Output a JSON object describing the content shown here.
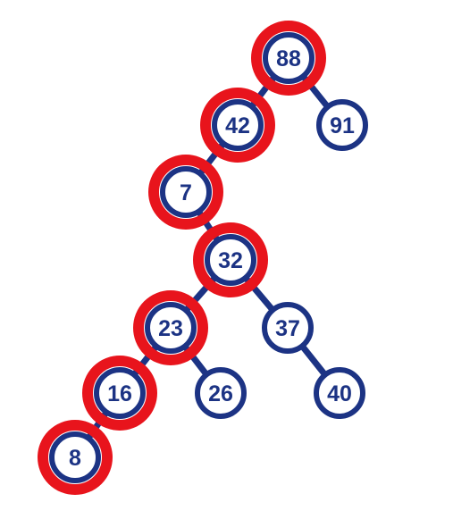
{
  "colors": {
    "node_stroke": "#1c3384",
    "highlight_ring": "#e8141c",
    "node_fill": "#ffffff",
    "edge": "#1c3384",
    "label": "#1c3384"
  },
  "tree": {
    "nodes": [
      {
        "id": "n88",
        "label": "88",
        "highlighted": true
      },
      {
        "id": "n42",
        "label": "42",
        "highlighted": true
      },
      {
        "id": "n91",
        "label": "91",
        "highlighted": false
      },
      {
        "id": "n7",
        "label": "7",
        "highlighted": true
      },
      {
        "id": "n32",
        "label": "32",
        "highlighted": true
      },
      {
        "id": "n23",
        "label": "23",
        "highlighted": true
      },
      {
        "id": "n37",
        "label": "37",
        "highlighted": false
      },
      {
        "id": "n16",
        "label": "16",
        "highlighted": true
      },
      {
        "id": "n26",
        "label": "26",
        "highlighted": false
      },
      {
        "id": "n40",
        "label": "40",
        "highlighted": false
      },
      {
        "id": "n8",
        "label": "8",
        "highlighted": true
      }
    ],
    "edges": [
      {
        "from": "n88",
        "to": "n42"
      },
      {
        "from": "n88",
        "to": "n91"
      },
      {
        "from": "n42",
        "to": "n7"
      },
      {
        "from": "n7",
        "to": "n32"
      },
      {
        "from": "n32",
        "to": "n23"
      },
      {
        "from": "n32",
        "to": "n37"
      },
      {
        "from": "n23",
        "to": "n16"
      },
      {
        "from": "n23",
        "to": "n26"
      },
      {
        "from": "n37",
        "to": "n40"
      },
      {
        "from": "n16",
        "to": "n8"
      }
    ]
  }
}
